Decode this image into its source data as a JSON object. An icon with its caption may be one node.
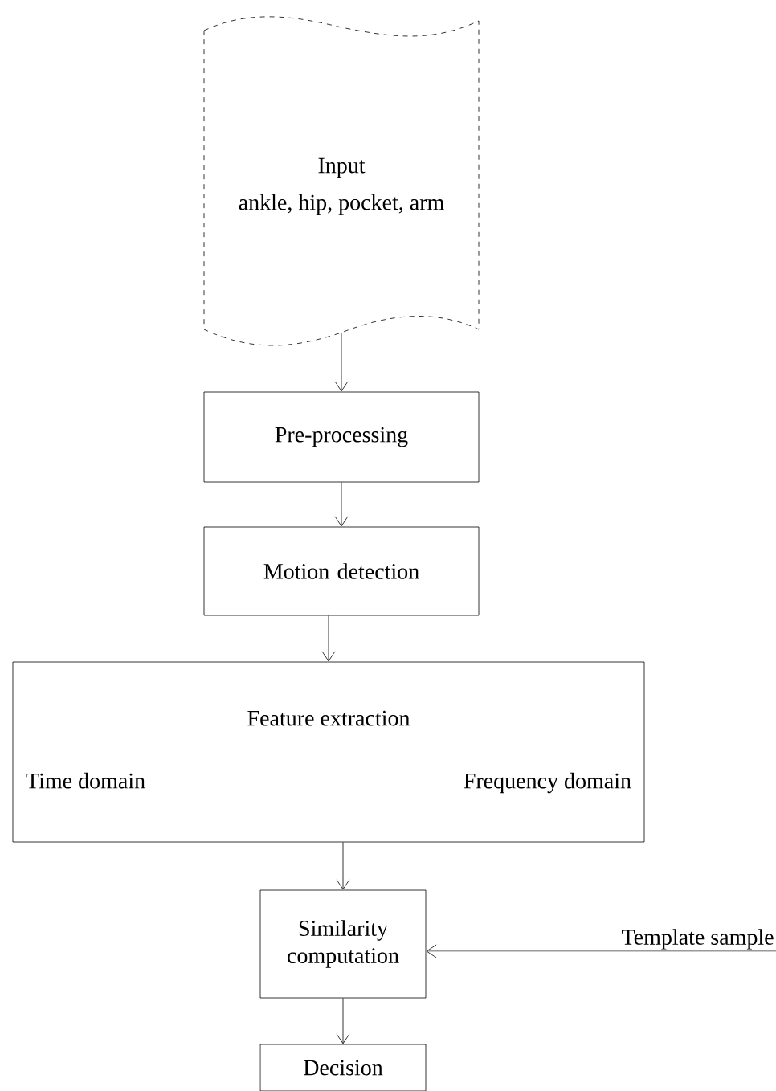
{
  "diagram": {
    "nodes": [
      {
        "text": [
          "Input",
          "ankle, hip, pocket, arm"
        ]
      },
      {
        "text": [
          "Pre-processing"
        ]
      },
      {
        "text": [
          "Motion detection"
        ]
      },
      {
        "text": [
          "Feature extraction",
          "Time domain",
          "Frequency domain"
        ]
      },
      {
        "text": [
          "Similarity computation"
        ]
      },
      {
        "text": [
          "Decision"
        ]
      },
      {
        "text": [
          "Template sample"
        ]
      }
    ],
    "edges": [
      {
        "from": 0,
        "to": 1,
        "arrow": "to"
      },
      {
        "from": 1,
        "to": 2,
        "arrow": "to"
      },
      {
        "from": 2,
        "to": 3,
        "arrow": "to"
      },
      {
        "from": 3,
        "to": 4,
        "arrow": "to"
      },
      {
        "from": 6,
        "to": 4,
        "arrow": "to"
      },
      {
        "from": 4,
        "to": 5,
        "arrow": "to"
      }
    ]
  }
}
